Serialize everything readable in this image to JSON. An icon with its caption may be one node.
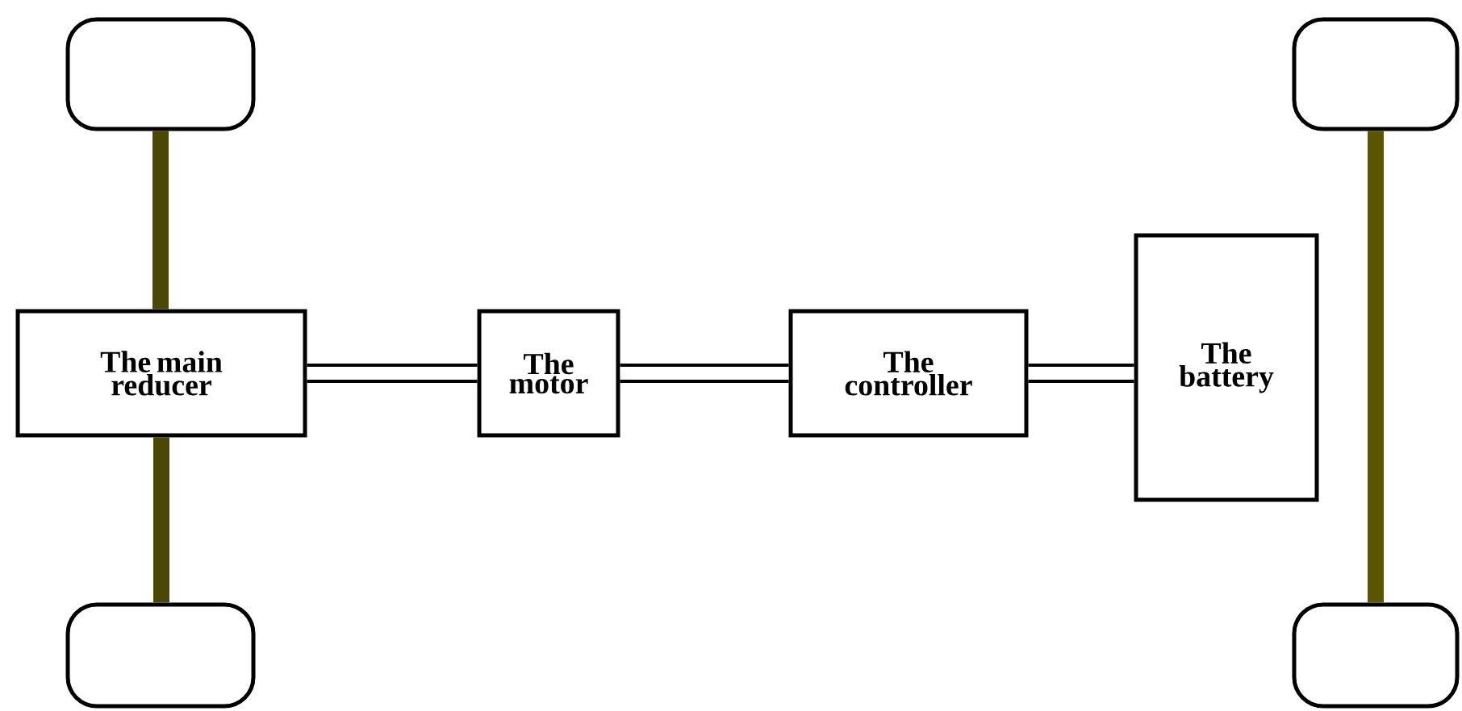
{
  "diagram": {
    "nodes": [
      {
        "text": [],
        "shape": "box"
      },
      {
        "text": [],
        "shape": "box"
      },
      {
        "text": [
          "The main reducer"
        ]
      },
      {
        "text": [
          "The motor"
        ]
      },
      {
        "text": [
          "The controller"
        ]
      },
      {
        "text": [
          "The battery"
        ]
      },
      {
        "text": [],
        "shape": "box"
      },
      {
        "text": [],
        "shape": "box"
      }
    ],
    "edges": [
      {
        "from": 0,
        "to": 2,
        "arrow": "none",
        "color": "#4b4706"
      },
      {
        "from": 2,
        "to": 6,
        "arrow": "none",
        "color": "#4b4706"
      },
      {
        "from": 1,
        "to": 7,
        "arrow": "none",
        "color": "#5a5500"
      },
      {
        "from": 2,
        "to": 3,
        "arrow": "none"
      },
      {
        "from": 3,
        "to": 4,
        "arrow": "none"
      },
      {
        "from": 4,
        "to": 5,
        "arrow": "none"
      }
    ]
  }
}
